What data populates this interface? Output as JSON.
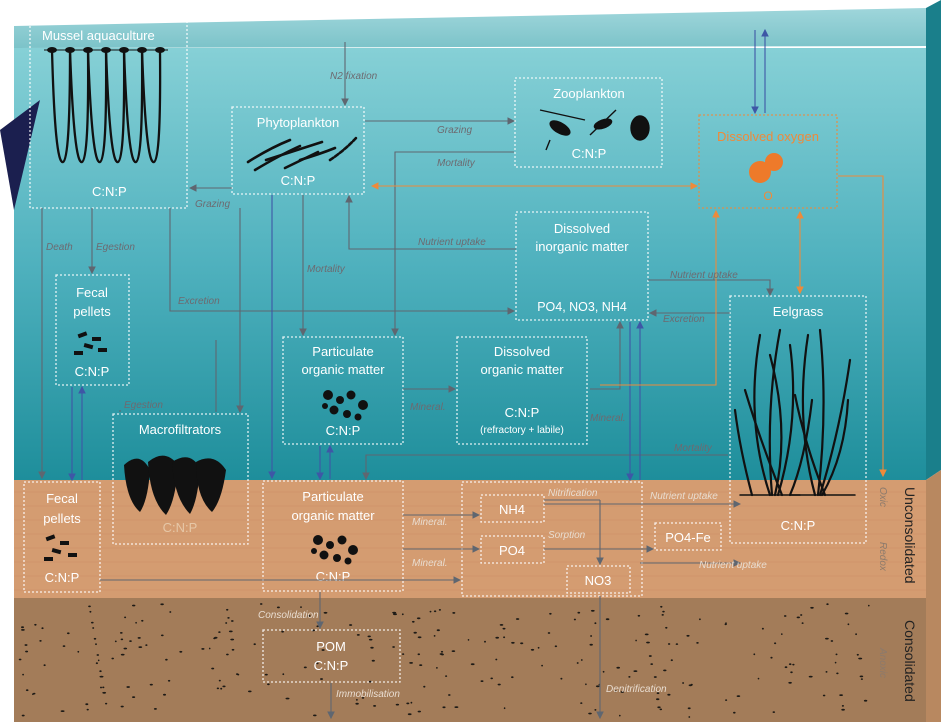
{
  "boxes": {
    "mussel": {
      "title": "Mussel aquaculture",
      "ratio": "C:N:P"
    },
    "phyto": {
      "title": "Phytoplankton",
      "ratio": "C:N:P"
    },
    "zoo": {
      "title": "Zooplankton",
      "ratio": "C:N:P"
    },
    "oxygen": {
      "title": "Dissolved oxygen",
      "symbol": "O"
    },
    "dim": {
      "title1": "Dissolved",
      "title2": "inorganic matter",
      "species": "PO4, NO3, NH4"
    },
    "fecal_w": {
      "title1": "Fecal",
      "title2": "pellets",
      "ratio": "C:N:P"
    },
    "pom_w": {
      "title1": "Particulate",
      "title2": "organic matter",
      "ratio": "C:N:P"
    },
    "dom": {
      "title1": "Dissolved",
      "title2": "organic matter",
      "ratio": "C:N:P",
      "note": "(refractory + labile)"
    },
    "macro": {
      "title": "Macrofiltrators",
      "ratio": "C:N:P"
    },
    "eelgrass": {
      "title": "Eelgrass",
      "ratio": "C:N:P"
    },
    "fecal_s": {
      "title1": "Fecal",
      "title2": "pellets",
      "ratio": "C:N:P"
    },
    "pom_s": {
      "title1": "Particulate",
      "title2": "organic matter",
      "ratio": "C:N:P"
    },
    "nh4": "NH4",
    "po4": "PO4",
    "no3": "NO3",
    "po4fe": "PO4-Fe",
    "pom_c": {
      "title": "POM",
      "ratio": "C:N:P"
    }
  },
  "flows": {
    "n2": "N2 fixation",
    "grazing_zoo": "Grazing",
    "grazing_mussel": "Grazing",
    "mortality_zoo": "Mortality",
    "mortality_phyto": "Mortality",
    "mortality_eel": "Mortality",
    "nutrient_uptake_phyto": "Nutrient uptake",
    "nutrient_uptake_eel": "Nutrient uptake",
    "nutrient_uptake_sed1": "Nutrient uptake",
    "nutrient_uptake_sed2": "Nutrient uptake",
    "excretion_eel": "Excretion",
    "excretion_mussel": "Excretion",
    "death": "Death",
    "egestion_mussel": "Egestion",
    "egestion_macro": "Egestion",
    "mineral_dom": "Mineral.",
    "mineral_dim": "Mineral.",
    "mineral_sed1": "Mineral.",
    "mineral_sed2": "Mineral.",
    "nitrification": "Nitrification",
    "sorption": "Sorption",
    "consolidation": "Consolidation",
    "immobilisation": "Immobilisation",
    "denitrification": "Denitrification"
  },
  "layers": {
    "unconsolidated": "Unconsolidated",
    "consolidated": "Consolidated",
    "oxic": "Oxic",
    "redox": "Redox",
    "anoxic": "Anoxic"
  },
  "colors": {
    "water_top": "#79c7cf",
    "water_bottom": "#1c8f9c",
    "sediment_upper": "#d29a6f",
    "sediment_lower": "#a27b58",
    "oxygen": "#ee8a3a",
    "arrow_grey": "#5f6670",
    "arrow_blue": "#3e57a6"
  }
}
